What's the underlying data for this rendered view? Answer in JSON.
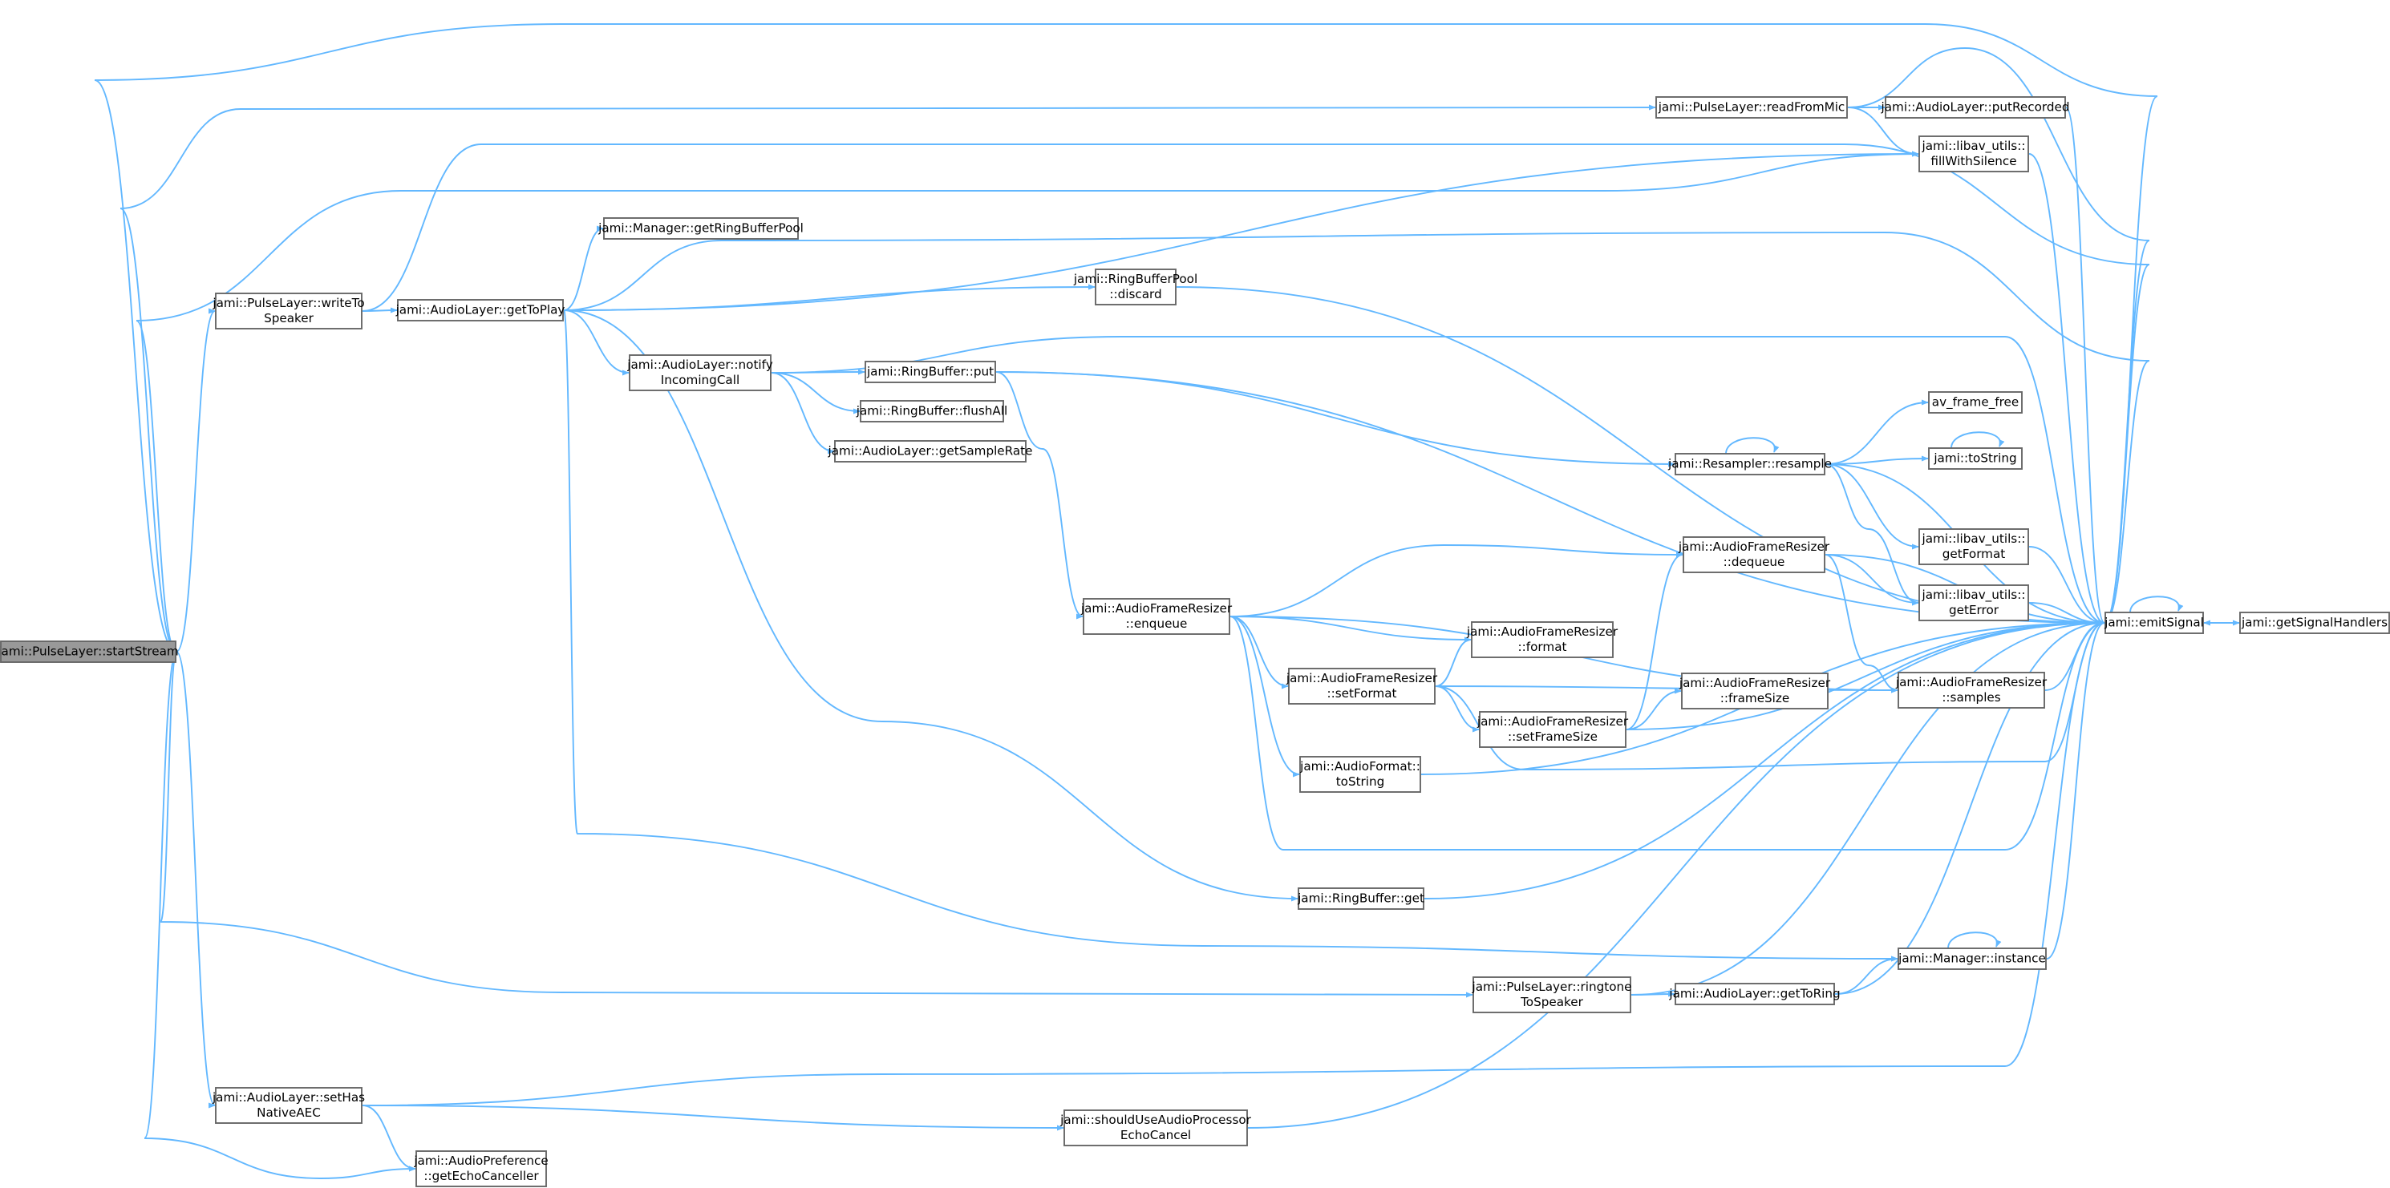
{
  "colors": {
    "edge": "#63b8ff",
    "node_border": "#666666",
    "root_fill": "#999999",
    "background": "#ffffff"
  },
  "nodes": [
    {
      "id": "startStream",
      "lines": [
        "jami::PulseLayer::startStream"
      ],
      "root": true
    },
    {
      "id": "writeToSpeaker",
      "lines": [
        "jami::PulseLayer::writeTo",
        "Speaker"
      ]
    },
    {
      "id": "getToPlay",
      "lines": [
        "jami::AudioLayer::getToPlay"
      ]
    },
    {
      "id": "getRingBufferPool",
      "lines": [
        "jami::Manager::getRingBufferPool"
      ]
    },
    {
      "id": "notifyIncomingCall",
      "lines": [
        "jami::AudioLayer::notify",
        "IncomingCall"
      ]
    },
    {
      "id": "rbPut",
      "lines": [
        "jami::RingBuffer::put"
      ]
    },
    {
      "id": "flushAll",
      "lines": [
        "jami::RingBuffer::flushAll"
      ]
    },
    {
      "id": "getSampleRate",
      "lines": [
        "jami::AudioLayer::getSampleRate"
      ]
    },
    {
      "id": "discard",
      "lines": [
        "jami::RingBufferPool",
        "::discard"
      ]
    },
    {
      "id": "readFromMic",
      "lines": [
        "jami::PulseLayer::readFromMic"
      ]
    },
    {
      "id": "putRecorded",
      "lines": [
        "jami::AudioLayer::putRecorded"
      ]
    },
    {
      "id": "fillWithSilence",
      "lines": [
        "jami::libav_utils::",
        "fillWithSilence"
      ]
    },
    {
      "id": "enqueue",
      "lines": [
        "jami::AudioFrameResizer",
        "::enqueue"
      ]
    },
    {
      "id": "resample",
      "lines": [
        "jami::Resampler::resample"
      ]
    },
    {
      "id": "avFrameFree",
      "lines": [
        "av_frame_free"
      ]
    },
    {
      "id": "toString",
      "lines": [
        "jami::toString"
      ]
    },
    {
      "id": "getFormat",
      "lines": [
        "jami::libav_utils::",
        "getFormat"
      ]
    },
    {
      "id": "getError",
      "lines": [
        "jami::libav_utils::",
        "getError"
      ]
    },
    {
      "id": "dequeue",
      "lines": [
        "jami::AudioFrameResizer",
        "::dequeue"
      ]
    },
    {
      "id": "afrFormat",
      "lines": [
        "jami::AudioFrameResizer",
        "::format"
      ]
    },
    {
      "id": "setFormat",
      "lines": [
        "jami::AudioFrameResizer",
        "::setFormat"
      ]
    },
    {
      "id": "setFrameSize",
      "lines": [
        "jami::AudioFrameResizer",
        "::setFrameSize"
      ]
    },
    {
      "id": "frameSize",
      "lines": [
        "jami::AudioFrameResizer",
        "::frameSize"
      ]
    },
    {
      "id": "samples",
      "lines": [
        "jami::AudioFrameResizer",
        "::samples"
      ]
    },
    {
      "id": "afToString",
      "lines": [
        "jami::AudioFormat::",
        "toString"
      ]
    },
    {
      "id": "rbGet",
      "lines": [
        "jami::RingBuffer::get"
      ]
    },
    {
      "id": "emitSignal",
      "lines": [
        "jami::emitSignal"
      ]
    },
    {
      "id": "getSignalHandlers",
      "lines": [
        "jami::getSignalHandlers"
      ]
    },
    {
      "id": "managerInstance",
      "lines": [
        "jami::Manager::instance"
      ]
    },
    {
      "id": "ringtoneToSpeaker",
      "lines": [
        "jami::PulseLayer::ringtone",
        "ToSpeaker"
      ]
    },
    {
      "id": "getToRing",
      "lines": [
        "jami::AudioLayer::getToRing"
      ]
    },
    {
      "id": "setHasNativeAEC",
      "lines": [
        "jami::AudioLayer::setHas",
        "NativeAEC"
      ]
    },
    {
      "id": "shouldUseAudioProcessor",
      "lines": [
        "jami::shouldUseAudioProcessor",
        "EchoCancel"
      ]
    },
    {
      "id": "getEchoCanceller",
      "lines": [
        "jami::AudioPreference",
        "::getEchoCanceller"
      ]
    }
  ],
  "edges": [
    [
      "startStream",
      "emitSignal"
    ],
    [
      "startStream",
      "readFromMic"
    ],
    [
      "startStream",
      "fillWithSilence"
    ],
    [
      "startStream",
      "writeToSpeaker"
    ],
    [
      "startStream",
      "ringtoneToSpeaker"
    ],
    [
      "startStream",
      "setHasNativeAEC"
    ],
    [
      "startStream",
      "getEchoCanceller"
    ],
    [
      "writeToSpeaker",
      "getToPlay"
    ],
    [
      "writeToSpeaker",
      "emitSignal"
    ],
    [
      "getToPlay",
      "fillWithSilence"
    ],
    [
      "getToPlay",
      "getRingBufferPool"
    ],
    [
      "getToPlay",
      "emitSignal"
    ],
    [
      "getToPlay",
      "discard"
    ],
    [
      "getToPlay",
      "notifyIncomingCall"
    ],
    [
      "getToPlay",
      "rbGet"
    ],
    [
      "getToPlay",
      "managerInstance"
    ],
    [
      "notifyIncomingCall",
      "emitSignal"
    ],
    [
      "notifyIncomingCall",
      "rbPut"
    ],
    [
      "notifyIncomingCall",
      "flushAll"
    ],
    [
      "notifyIncomingCall",
      "getSampleRate"
    ],
    [
      "rbPut",
      "emitSignal"
    ],
    [
      "rbPut",
      "resample"
    ],
    [
      "rbPut",
      "enqueue"
    ],
    [
      "discard",
      "emitSignal"
    ],
    [
      "readFromMic",
      "putRecorded"
    ],
    [
      "readFromMic",
      "fillWithSilence"
    ],
    [
      "readFromMic",
      "emitSignal"
    ],
    [
      "putRecorded",
      "emitSignal"
    ],
    [
      "fillWithSilence",
      "emitSignal"
    ],
    [
      "resample",
      "resample"
    ],
    [
      "resample",
      "avFrameFree"
    ],
    [
      "resample",
      "toString"
    ],
    [
      "resample",
      "getFormat"
    ],
    [
      "resample",
      "getError"
    ],
    [
      "resample",
      "emitSignal"
    ],
    [
      "toString",
      "toString"
    ],
    [
      "getFormat",
      "emitSignal"
    ],
    [
      "getError",
      "emitSignal"
    ],
    [
      "enqueue",
      "emitSignal"
    ],
    [
      "enqueue",
      "dequeue"
    ],
    [
      "enqueue",
      "afrFormat"
    ],
    [
      "enqueue",
      "setFormat"
    ],
    [
      "enqueue",
      "samples"
    ],
    [
      "enqueue",
      "afToString"
    ],
    [
      "dequeue",
      "getError"
    ],
    [
      "dequeue",
      "samples"
    ],
    [
      "dequeue",
      "emitSignal"
    ],
    [
      "setFormat",
      "afrFormat"
    ],
    [
      "setFormat",
      "setFrameSize"
    ],
    [
      "setFormat",
      "samples"
    ],
    [
      "setFormat",
      "emitSignal"
    ],
    [
      "setFrameSize",
      "dequeue"
    ],
    [
      "setFrameSize",
      "frameSize"
    ],
    [
      "setFrameSize",
      "emitSignal"
    ],
    [
      "samples",
      "emitSignal"
    ],
    [
      "afToString",
      "emitSignal"
    ],
    [
      "rbGet",
      "emitSignal"
    ],
    [
      "emitSignal",
      "emitSignal"
    ],
    [
      "emitSignal",
      "getSignalHandlers"
    ],
    [
      "getSignalHandlers",
      "emitSignal"
    ],
    [
      "managerInstance",
      "managerInstance"
    ],
    [
      "managerInstance",
      "emitSignal"
    ],
    [
      "ringtoneToSpeaker",
      "getToRing"
    ],
    [
      "ringtoneToSpeaker",
      "emitSignal"
    ],
    [
      "getToRing",
      "managerInstance"
    ],
    [
      "getToRing",
      "emitSignal"
    ],
    [
      "setHasNativeAEC",
      "emitSignal"
    ],
    [
      "setHasNativeAEC",
      "shouldUseAudioProcessor"
    ],
    [
      "setHasNativeAEC",
      "getEchoCanceller"
    ],
    [
      "shouldUseAudioProcessor",
      "emitSignal"
    ]
  ]
}
